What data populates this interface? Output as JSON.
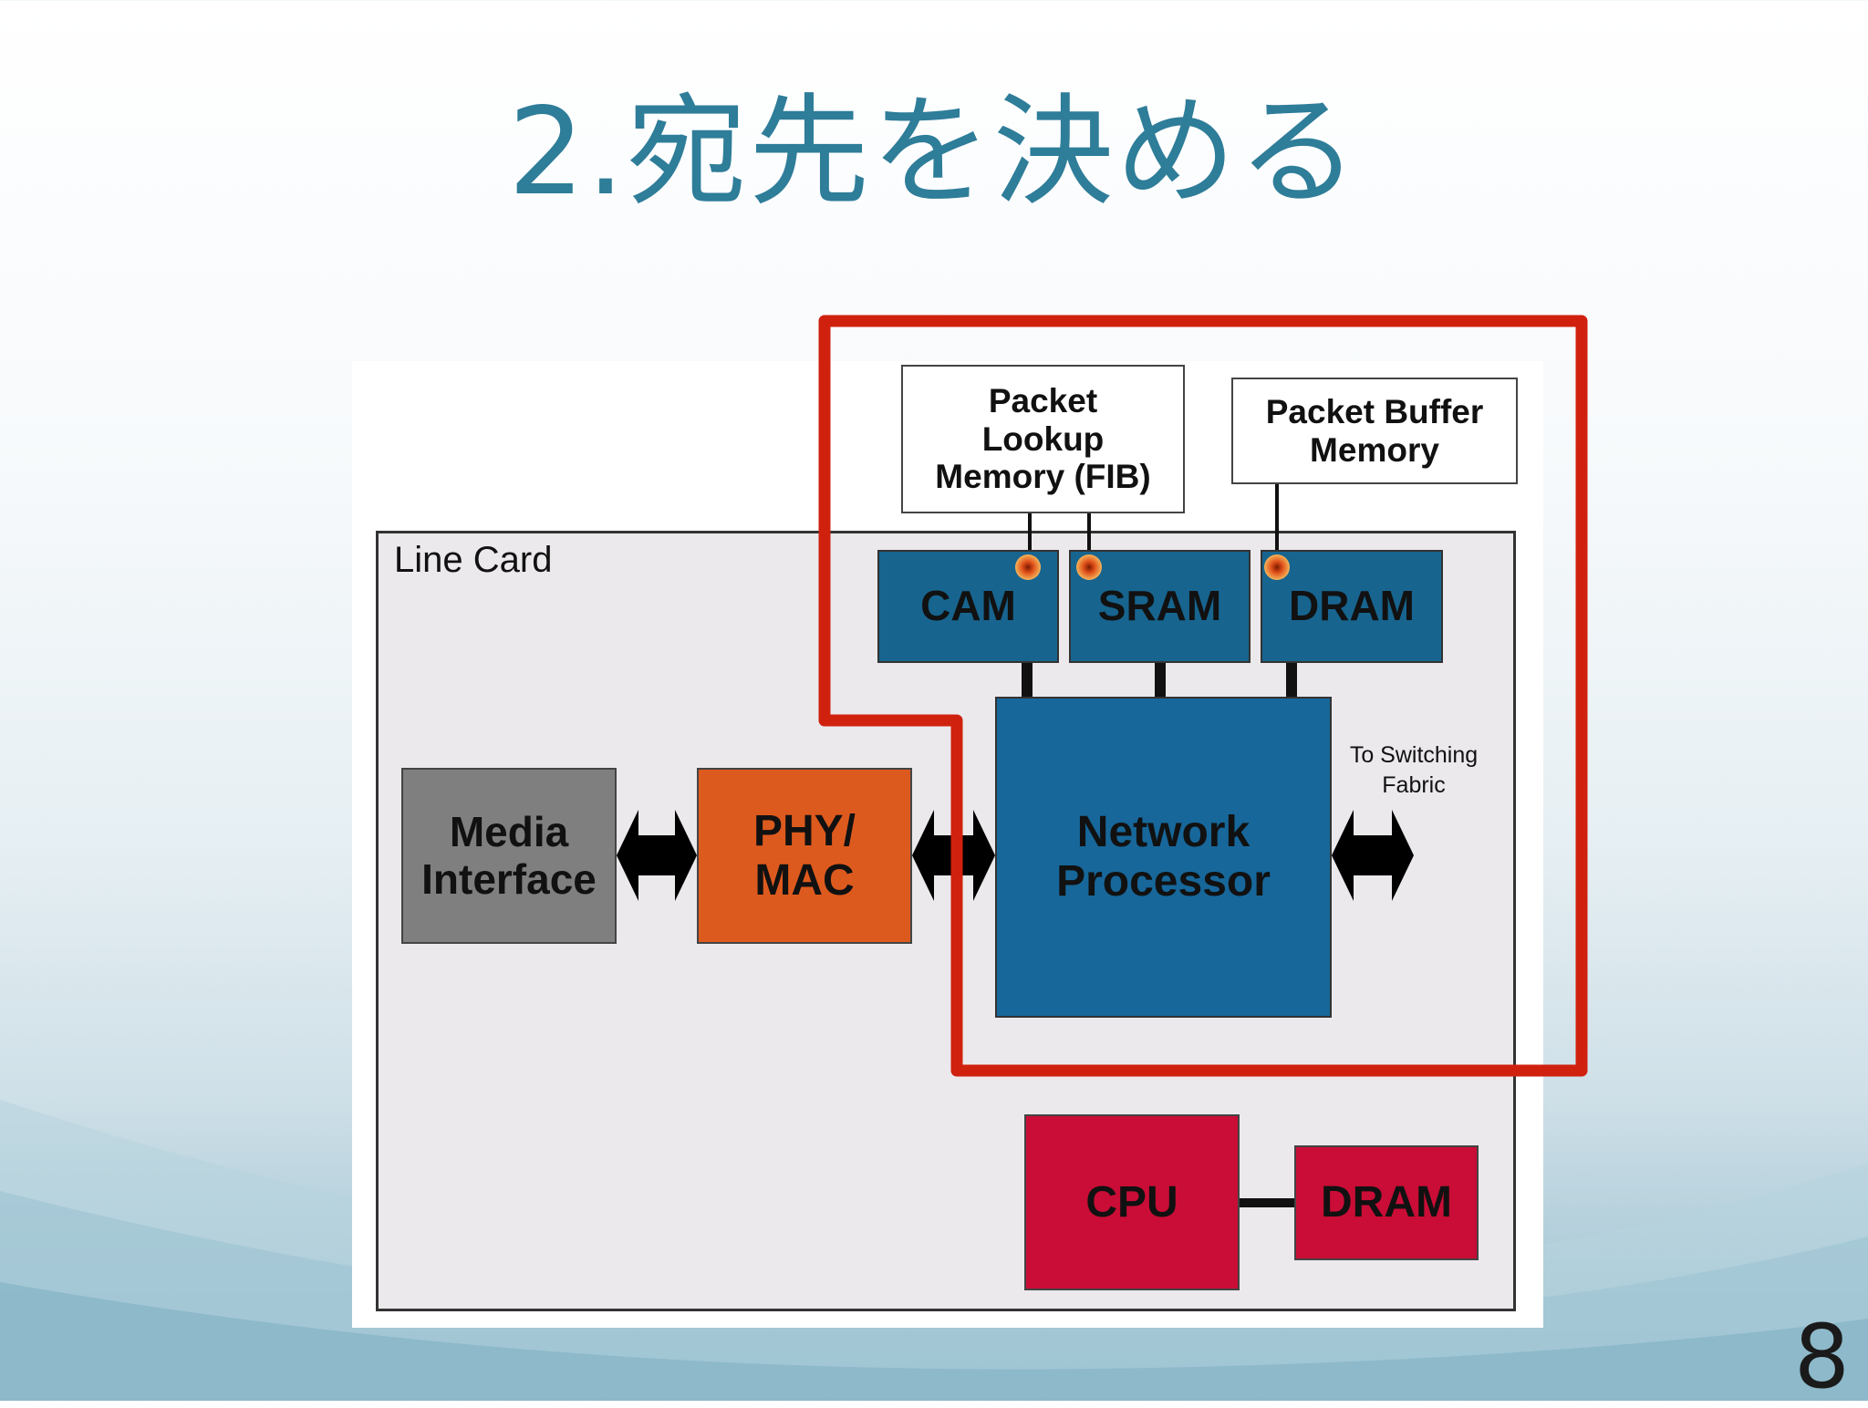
{
  "slide": {
    "title": "2.宛先を決める",
    "page_number": "8"
  },
  "diagram": {
    "line_card_label": "Line Card",
    "packet_lookup_memory": "Packet\nLookup\nMemory (FIB)",
    "packet_buffer_memory": "Packet Buffer\nMemory",
    "cam": "CAM",
    "sram": "SRAM",
    "dram_top": "DRAM",
    "network_processor": "Network\nProcessor",
    "switching_fabric": "To Switching\nFabric",
    "media_interface": "Media\nInterface",
    "phy_mac": "PHY/\nMAC",
    "cpu": "CPU",
    "dram_bottom": "DRAM"
  },
  "colors": {
    "title": "#2e7d99",
    "highlight_outline": "#d0210f",
    "chip_blue": "#17648f",
    "phy_orange": "#dd5a1e",
    "media_gray": "#7f7f7f",
    "cpu_red": "#c90d36"
  }
}
